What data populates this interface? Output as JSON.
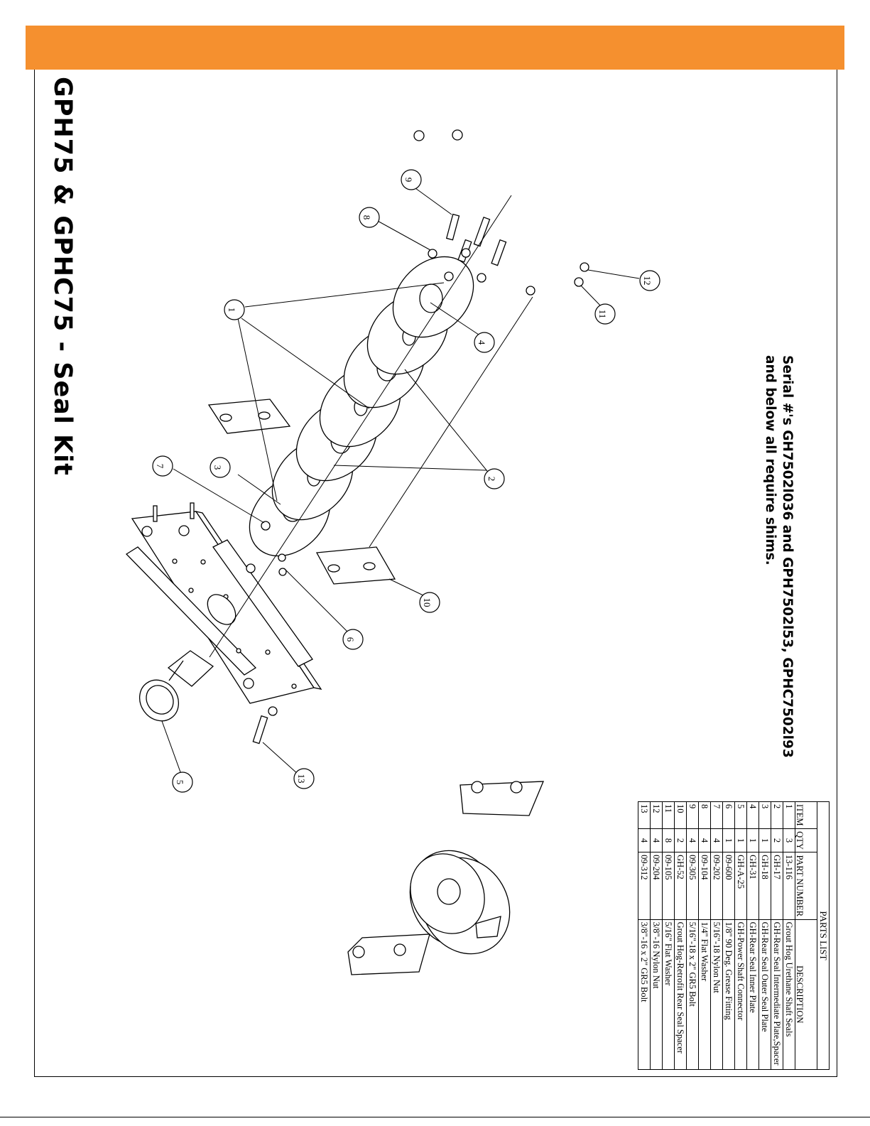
{
  "page": {
    "title": "GPH75 & GPHC75 - Seal Kit",
    "serial_note": [
      "Serial #'s GH7502l036 and GPH7502l53, GPHC7502l93",
      "and below all require shims."
    ]
  },
  "colors": {
    "header_bar": "#f5902f"
  },
  "callouts": [
    "1",
    "2",
    "3",
    "4",
    "5",
    "6",
    "7",
    "8",
    "9",
    "10",
    "11",
    "12",
    "13"
  ],
  "parts_list": {
    "caption": "PARTS LIST",
    "headers": {
      "item": "ITEM",
      "qty": "QTY",
      "part_number": "PART NUMBER",
      "description": "DESCRIPTION"
    },
    "rows": [
      {
        "item": "1",
        "qty": "3",
        "part": "13-116",
        "desc": "Grout Hog Urethane Shaft Seals"
      },
      {
        "item": "2",
        "qty": "2",
        "part": "GH-17",
        "desc": "GH-Rear Seal Intermediate Plate,Spacer"
      },
      {
        "item": "3",
        "qty": "1",
        "part": "GH-18",
        "desc": "GH-Rear Seal Outer Seal Plate"
      },
      {
        "item": "4",
        "qty": "1",
        "part": "GH-31",
        "desc": "GH-Rear Seal Inner Plate"
      },
      {
        "item": "5",
        "qty": "1",
        "part": "GH-A-25",
        "desc": "GH-Power Shaft Connector"
      },
      {
        "item": "6",
        "qty": "1",
        "part": "09-600",
        "desc": "1/8\" 90 Deg. Grease Fitting"
      },
      {
        "item": "7",
        "qty": "4",
        "part": "09-202",
        "desc": "5/16\"-18 Nylon Nut"
      },
      {
        "item": "8",
        "qty": "4",
        "part": "09-104",
        "desc": "1/4\" Flat Washer"
      },
      {
        "item": "9",
        "qty": "4",
        "part": "09-305",
        "desc": "5/16\"-18 x 2\" GR5 Bolt"
      },
      {
        "item": "10",
        "qty": "2",
        "part": "GH-52",
        "desc": "Grout Hog-Retrofit Rear Seal Spacer"
      },
      {
        "item": "11",
        "qty": "8",
        "part": "09-105",
        "desc": "5/16\" Flat Washer"
      },
      {
        "item": "12",
        "qty": "4",
        "part": "09-204",
        "desc": "3/8\"-16 Nylon Nut"
      },
      {
        "item": "13",
        "qty": "4",
        "part": "09-312",
        "desc": "3/8\"-16 x 2\" GR5 Bolt"
      }
    ]
  }
}
